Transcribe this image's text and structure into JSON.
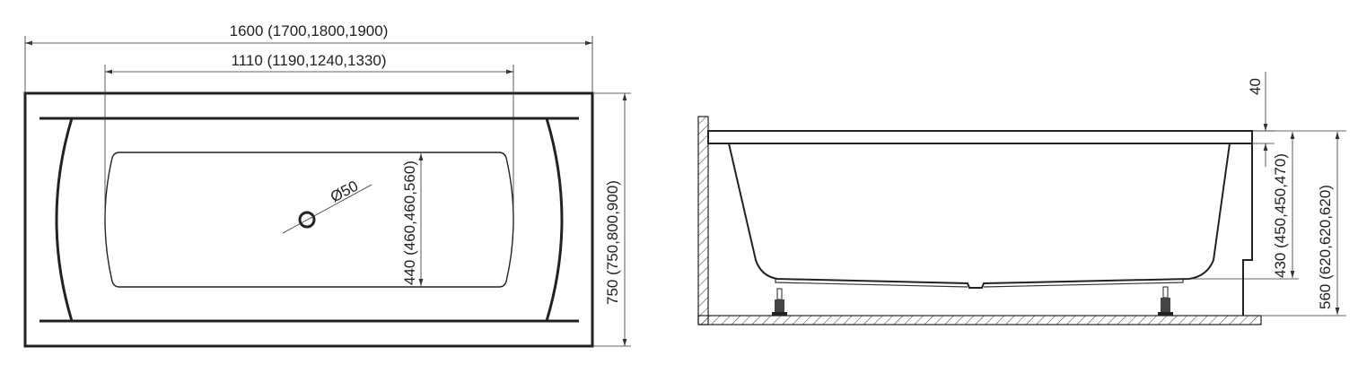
{
  "top_view": {
    "dim_length": "1600 (1700,1800,1900)",
    "dim_inner_length": "1110 (1190,1240,1330)",
    "dim_width": "750 (750,800,900)",
    "dim_inner_width": "440 (460,460,560)",
    "dim_drain": "Ø50"
  },
  "side_view": {
    "dim_rim": "40",
    "dim_depth": "430 (450,450,470)",
    "dim_height": "560 (620,620,620)"
  },
  "colors": {
    "line": "#222222",
    "background": "#ffffff"
  }
}
